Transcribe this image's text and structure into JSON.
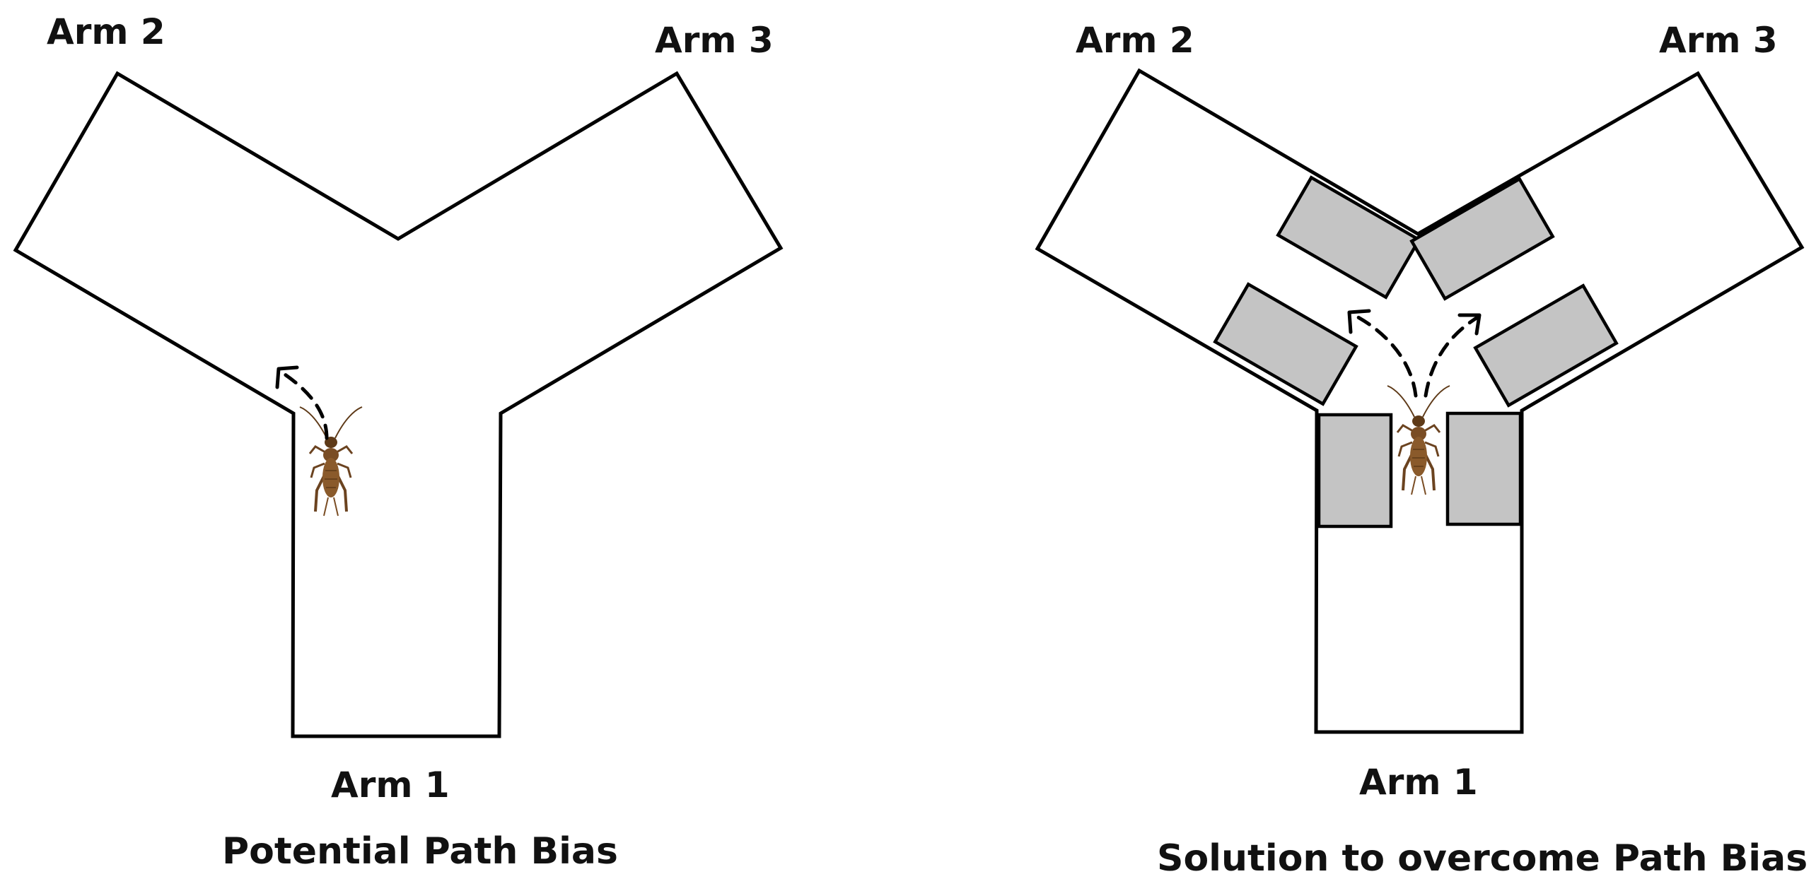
{
  "left_panel": {
    "arm1_label": "Arm 1",
    "arm2_label": "Arm 2",
    "arm3_label": "Arm 3",
    "caption": "Potential Path Bias"
  },
  "right_panel": {
    "arm1_label": "Arm 1",
    "arm2_label": "Arm 2",
    "arm3_label": "Arm 3",
    "caption": "Solution to overcome Path Bias"
  },
  "colors": {
    "outline": "#000000",
    "block_fill": "#c4c4c4",
    "cricket_body": "#8a5a2b",
    "cricket_dark": "#5e3a18"
  },
  "icons": {
    "animal": "cricket-icon",
    "movement": "dashed-arrow-icon"
  }
}
